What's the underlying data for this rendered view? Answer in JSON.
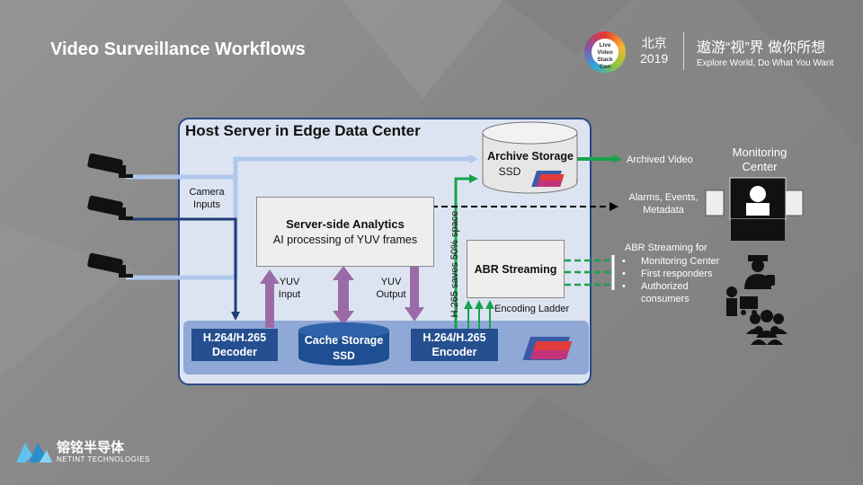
{
  "title": "Video Surveillance Workflows",
  "header": {
    "event_logo_text": "Live Video Stack Con",
    "city": "北京",
    "year": "2019",
    "slogan_cn": "遨游“视”界 做你所想",
    "slogan_en": "Explore World, Do What You Want"
  },
  "diagram": {
    "host_title": "Host Server in Edge Data Center",
    "camera_inputs_label": "Camera Inputs",
    "analytics": {
      "title": "Server-side Analytics",
      "subtitle": "AI processing of YUV frames"
    },
    "archive": {
      "title": "Archive Storage",
      "subtitle": "SSD"
    },
    "abr_title": "ABR Streaming",
    "encoding_ladder_label": "Encoding Ladder",
    "savings_label": "H.265 saves 50% space",
    "yuv_input_label": "YUV Input",
    "yuv_output_label": "YUV Output",
    "decoder_label": "H.264/H.265 Decoder",
    "cache": {
      "title": "Cache Storage",
      "subtitle": "SSD"
    },
    "encoder_label": "H.264/H.265 Encoder",
    "archived_video_label": "Archived Video",
    "alarms_label": "Alarms, Events, Metadata",
    "monitoring_center_label": "Monitoring Center",
    "abr_for_label": "ABR Streaming for",
    "abr_targets": [
      "Monitoring Center",
      "First responders",
      "Authorized consumers"
    ]
  },
  "footer": {
    "company_cn": "镕铭半导体",
    "company_en": "NETINT TECHNOLOGIES"
  },
  "colors": {
    "dark_blue": "#254f8f",
    "light_blue_arrow": "#b0c8ec",
    "purple": "#9b6ba8",
    "green": "#17a34a",
    "host_fill": "#dde4f1"
  }
}
